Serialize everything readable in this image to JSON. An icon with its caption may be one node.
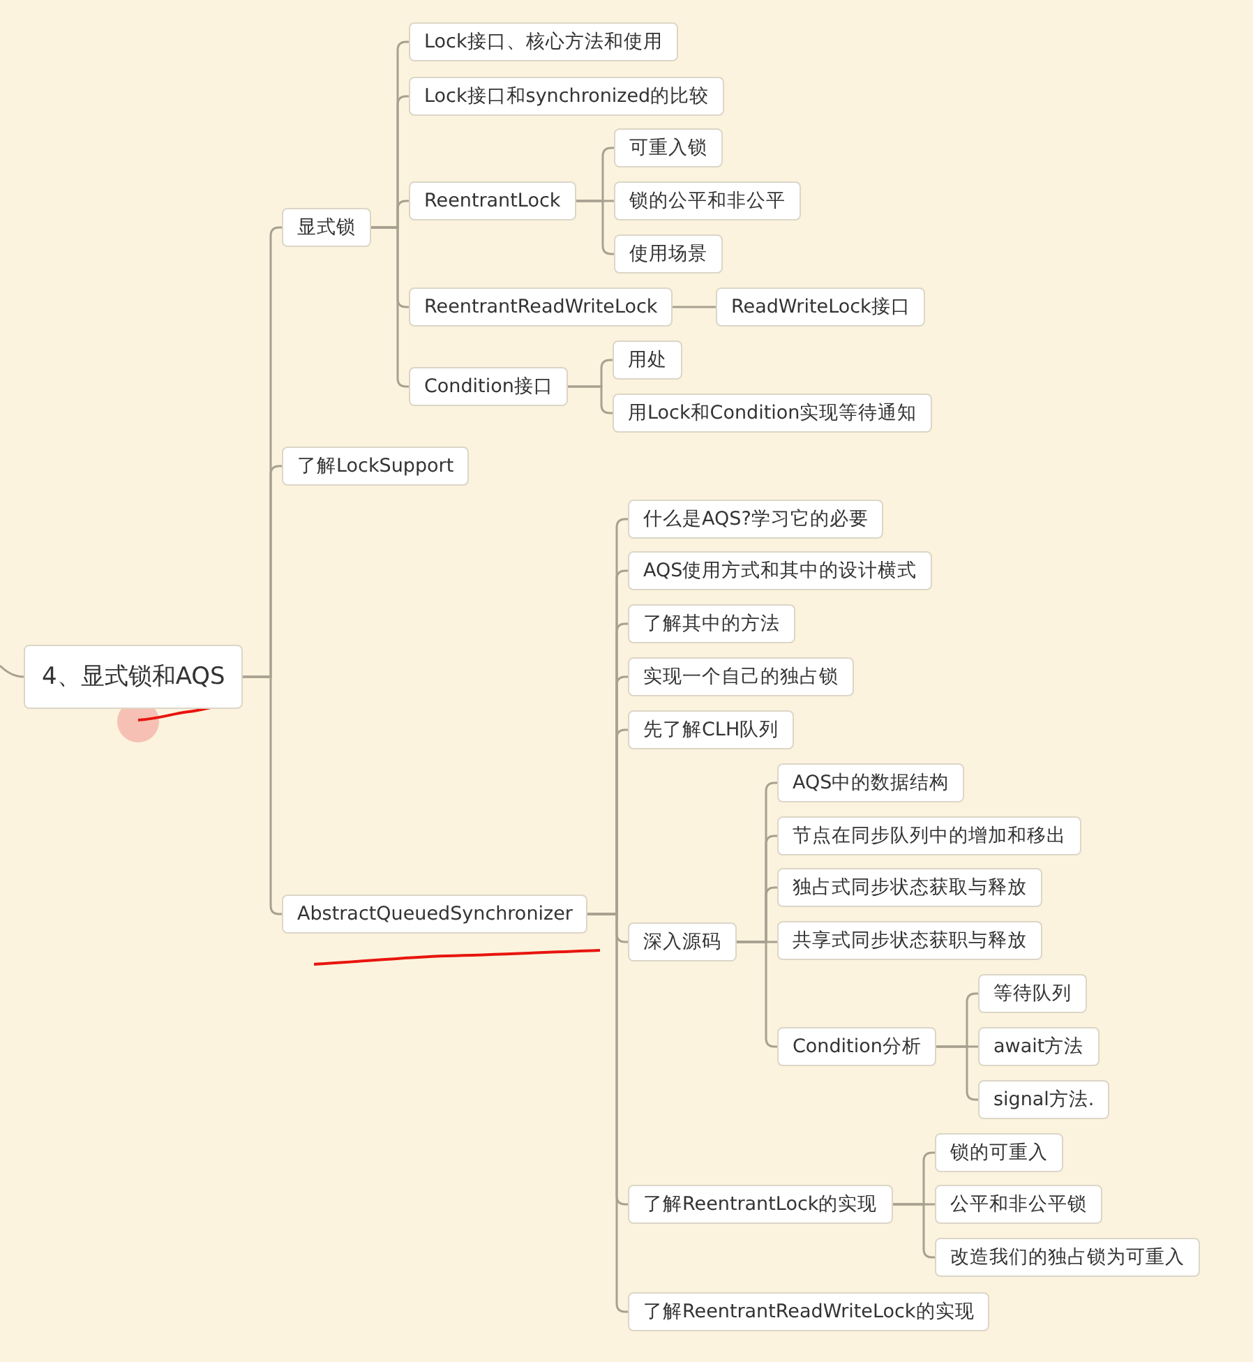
{
  "diagram": {
    "nodes": [
      {
        "text": [
          "4、显式锁和AQS"
        ]
      },
      {
        "text": [
          "显式锁"
        ]
      },
      {
        "text": [
          "Lock接口、核心方法和使用"
        ]
      },
      {
        "text": [
          "Lock接口和synchronized的比较"
        ]
      },
      {
        "text": [
          "ReentrantLock"
        ]
      },
      {
        "text": [
          "可重入锁"
        ]
      },
      {
        "text": [
          "锁的公平和非公平"
        ]
      },
      {
        "text": [
          "使用场景"
        ]
      },
      {
        "text": [
          "ReentrantReadWriteLock"
        ]
      },
      {
        "text": [
          "ReadWriteLock接口"
        ]
      },
      {
        "text": [
          "Condition接口"
        ]
      },
      {
        "text": [
          "用处"
        ]
      },
      {
        "text": [
          "用Lock和Condition实现等待通知"
        ]
      },
      {
        "text": [
          "了解LockSupport"
        ]
      },
      {
        "text": [
          "AbstractQueuedSynchronizer"
        ]
      },
      {
        "text": [
          "什么是AQS?学习它的必要"
        ]
      },
      {
        "text": [
          "AQS使用方式和其中的设计横式"
        ]
      },
      {
        "text": [
          "了解其中的方法"
        ]
      },
      {
        "text": [
          "实现一个自己的独占锁"
        ]
      },
      {
        "text": [
          "先了解CLH队列"
        ]
      },
      {
        "text": [
          "深入源码"
        ]
      },
      {
        "text": [
          "AQS中的数据结构"
        ]
      },
      {
        "text": [
          "节点在同步队列中的增加和移出"
        ]
      },
      {
        "text": [
          "独占式同步状态获取与释放"
        ]
      },
      {
        "text": [
          "共享式同步状态获职与释放"
        ]
      },
      {
        "text": [
          "Condition分析"
        ]
      },
      {
        "text": [
          "等待队列"
        ]
      },
      {
        "text": [
          "await方法"
        ]
      },
      {
        "text": [
          "signal方法."
        ]
      },
      {
        "text": [
          "了解ReentrantLock的实现"
        ]
      },
      {
        "text": [
          "锁的可重入"
        ]
      },
      {
        "text": [
          "公平和非公平锁"
        ]
      },
      {
        "text": [
          "改造我们的独占锁为可重入"
        ]
      },
      {
        "text": [
          "了解ReentrantReadWriteLock的实现"
        ]
      }
    ],
    "edges": [
      {
        "from": null,
        "to": 0,
        "arrow": "none"
      },
      {
        "from": 0,
        "to": 1,
        "arrow": "none"
      },
      {
        "from": 1,
        "to": 2,
        "arrow": "none"
      },
      {
        "from": 1,
        "to": 3,
        "arrow": "none"
      },
      {
        "from": 1,
        "to": 4,
        "arrow": "none"
      },
      {
        "from": 4,
        "to": 5,
        "arrow": "none"
      },
      {
        "from": 4,
        "to": 6,
        "arrow": "none"
      },
      {
        "from": 4,
        "to": 7,
        "arrow": "none"
      },
      {
        "from": 1,
        "to": 8,
        "arrow": "none"
      },
      {
        "from": 8,
        "to": 9,
        "arrow": "none"
      },
      {
        "from": 1,
        "to": 10,
        "arrow": "none"
      },
      {
        "from": 10,
        "to": 11,
        "arrow": "none"
      },
      {
        "from": 10,
        "to": 12,
        "arrow": "none"
      },
      {
        "from": 0,
        "to": 13,
        "arrow": "none"
      },
      {
        "from": 0,
        "to": 14,
        "arrow": "none"
      },
      {
        "from": 14,
        "to": 15,
        "arrow": "none"
      },
      {
        "from": 14,
        "to": 16,
        "arrow": "none"
      },
      {
        "from": 14,
        "to": 17,
        "arrow": "none"
      },
      {
        "from": 14,
        "to": 18,
        "arrow": "none"
      },
      {
        "from": 14,
        "to": 19,
        "arrow": "none"
      },
      {
        "from": 14,
        "to": 20,
        "arrow": "none"
      },
      {
        "from": 20,
        "to": 21,
        "arrow": "none"
      },
      {
        "from": 20,
        "to": 22,
        "arrow": "none"
      },
      {
        "from": 20,
        "to": 23,
        "arrow": "none"
      },
      {
        "from": 20,
        "to": 24,
        "arrow": "none"
      },
      {
        "from": 20,
        "to": 25,
        "arrow": "none"
      },
      {
        "from": 25,
        "to": 26,
        "arrow": "none"
      },
      {
        "from": 25,
        "to": 27,
        "arrow": "none"
      },
      {
        "from": 25,
        "to": 28,
        "arrow": "none"
      },
      {
        "from": 14,
        "to": 29,
        "arrow": "none"
      },
      {
        "from": 29,
        "to": 30,
        "arrow": "none"
      },
      {
        "from": 29,
        "to": 31,
        "arrow": "none"
      },
      {
        "from": 29,
        "to": 32,
        "arrow": "none"
      },
      {
        "from": 14,
        "to": 33,
        "arrow": "none"
      }
    ]
  }
}
